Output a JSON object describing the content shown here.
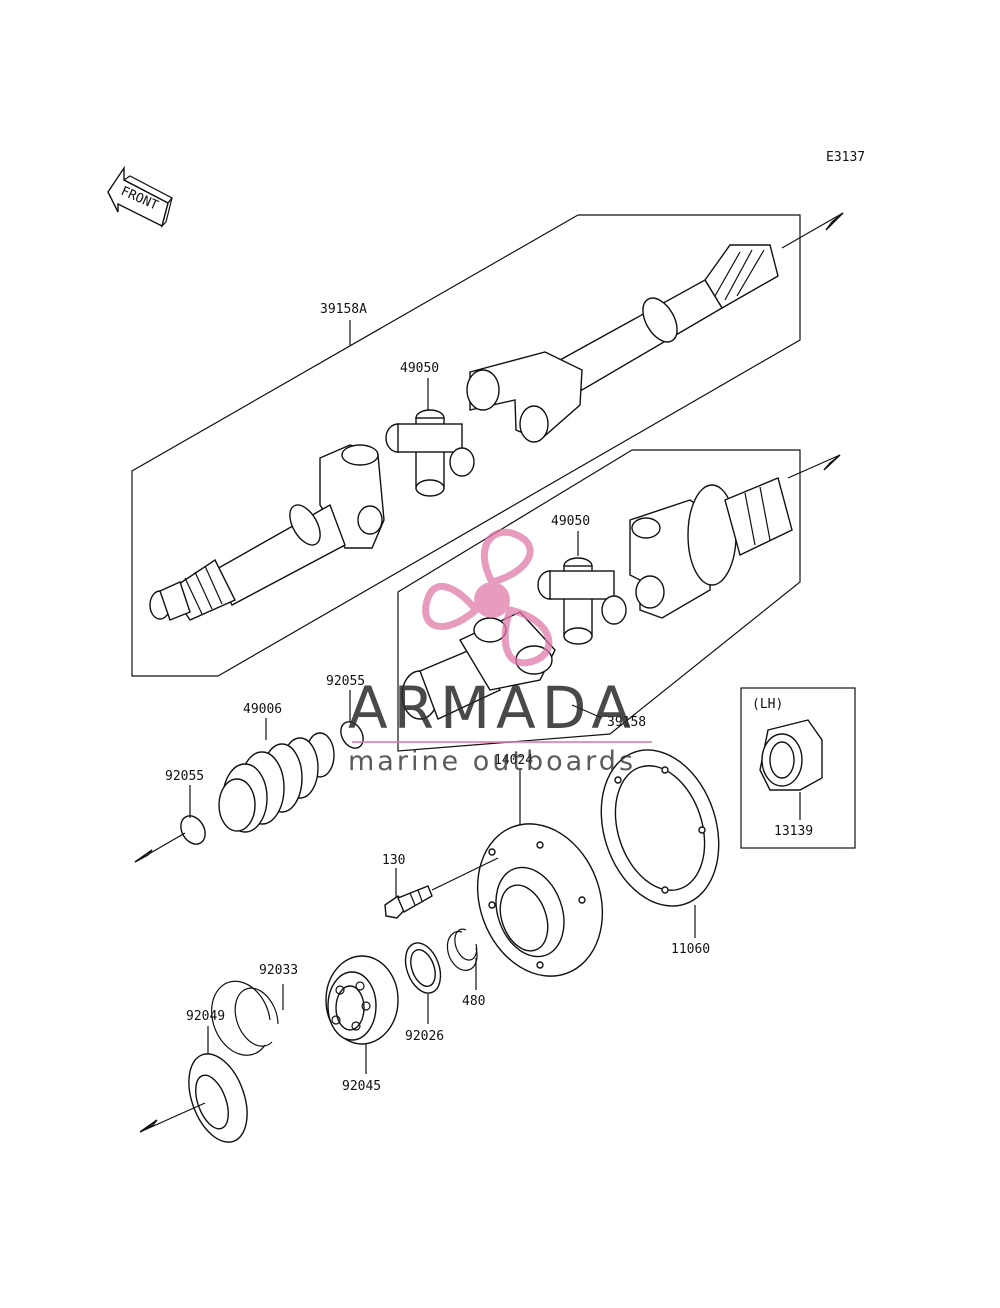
{
  "diagram": {
    "code": "E3137",
    "front_label": "FRONT",
    "lh_label": "(LH)"
  },
  "parts": [
    {
      "id": "39158A"
    },
    {
      "id": "49050"
    },
    {
      "id": "49050"
    },
    {
      "id": "92055"
    },
    {
      "id": "49006"
    },
    {
      "id": "92055"
    },
    {
      "id": "39158"
    },
    {
      "id": "14024"
    },
    {
      "id": "130"
    },
    {
      "id": "13139"
    },
    {
      "id": "11060"
    },
    {
      "id": "92033"
    },
    {
      "id": "480"
    },
    {
      "id": "92049"
    },
    {
      "id": "92026"
    },
    {
      "id": "92045"
    }
  ],
  "watermark": {
    "brand": "ARMADA",
    "tagline": "marine outboards",
    "accent_color": "#e07aa8"
  }
}
